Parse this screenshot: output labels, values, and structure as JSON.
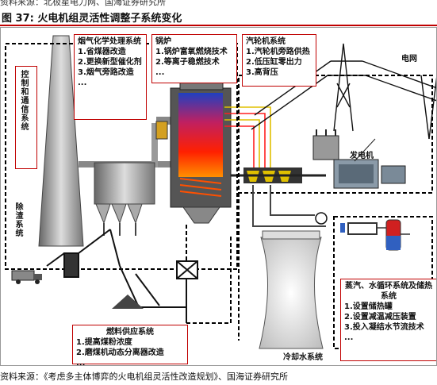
{
  "header": {
    "top_source": "资料来源：北极星电力网、国海证券研究所",
    "figure_title": "图 37:  火电机组灵活性调整子系统变化"
  },
  "boxes": {
    "flue_gas": {
      "title": "烟气化学处理系统",
      "items": [
        "1.省煤器改造",
        "2.更换新型催化剂",
        "3.烟气旁路改造",
        "..."
      ]
    },
    "boiler": {
      "title": "锅炉",
      "items": [
        "1.锅炉富氧燃烧技术",
        "2.等离子稳燃技术",
        "..."
      ]
    },
    "turbine": {
      "title": "汽轮机系统",
      "items": [
        "1.汽轮机旁路供热",
        "2.低压缸零出力",
        "3.高背压"
      ]
    },
    "control": {
      "title": "控制和通信系统"
    },
    "fuel": {
      "title": "燃料供应系统",
      "items": [
        "1.提高煤粉浓度",
        "2.磨煤机动态分离器改造",
        "..."
      ]
    },
    "steam_water": {
      "title": "蒸汽、水循环系统及储热系统",
      "items": [
        "1.设置储热罐",
        "2.设置减温减压装置",
        "3.投入凝结水节流技术",
        "..."
      ]
    }
  },
  "labels": {
    "grid": "电网",
    "generator": "发电机",
    "slag": "除渣系统",
    "cooling": "冷却水系统"
  },
  "footer": {
    "source": "资料来源：《考虑多主体博弈的火电机组灵活性改造规划》、国海证券研究所"
  }
}
